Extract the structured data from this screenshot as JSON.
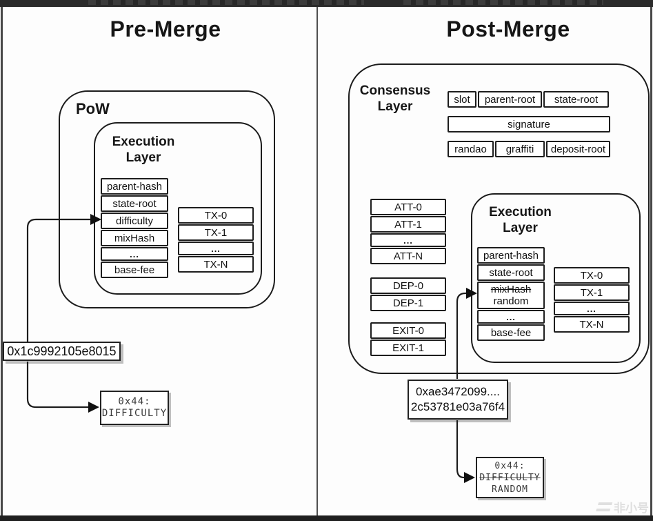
{
  "left": {
    "title": "Pre-Merge",
    "pow_label": "PoW",
    "exec_label": "Execution\nLayer",
    "fields": [
      "parent-hash",
      "state-root",
      "difficulty",
      "mixHash",
      "...",
      "base-fee"
    ],
    "txs": [
      "TX-0",
      "TX-1",
      "...",
      "TX-N"
    ],
    "difficulty_value": "0x1c9992105e8015",
    "opcode": {
      "addr": "0x44:",
      "old": "DIFFICULTY"
    }
  },
  "right": {
    "title": "Post-Merge",
    "consensus_label": "Consensus\nLayer",
    "slot_fields": [
      "slot",
      "parent-root",
      "state-root"
    ],
    "signature_field": "signature",
    "meta_fields": [
      "randao",
      "graffiti",
      "deposit-root"
    ],
    "attestations": [
      "ATT-0",
      "ATT-1",
      "...",
      "ATT-N"
    ],
    "deposits": [
      "DEP-0",
      "DEP-1"
    ],
    "exits": [
      "EXIT-0",
      "EXIT-1"
    ],
    "exec_label": "Execution\nLayer",
    "exec_fields": [
      "parent-hash",
      "state-root",
      "mixHash",
      "random",
      "...",
      "base-fee"
    ],
    "txs": [
      "TX-0",
      "TX-1",
      "...",
      "TX-N"
    ],
    "random_value": "0xae3472099....\n2c53781e03a76f4",
    "opcode": {
      "addr": "0x44:",
      "old": "DIFFICULTY",
      "new": "RANDOM"
    }
  },
  "watermark": {
    "text": "非小号"
  },
  "colors": {
    "ink": "#1c1c1c",
    "frame": "#2b2b2b",
    "shadow": "#8c8c8c",
    "watermark": "#dfdfdf"
  }
}
